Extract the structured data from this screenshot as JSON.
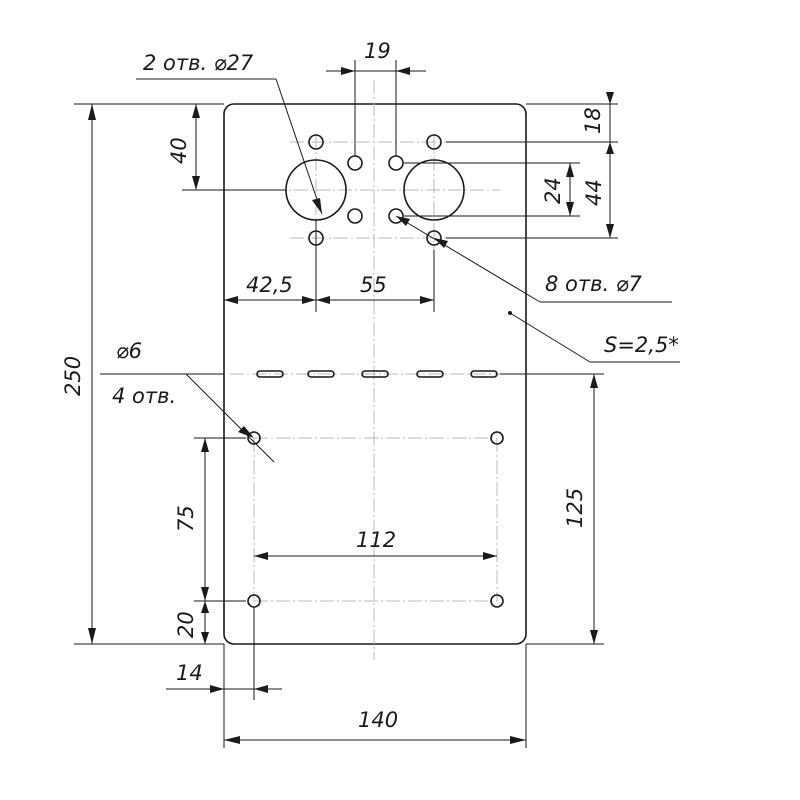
{
  "colors": {
    "line": "#1a1a1a",
    "centerline": "#b8b8b8",
    "background": "#ffffff"
  },
  "plate": {
    "thickness_note": "S=2,5*"
  },
  "callouts": {
    "large_holes": "2 отв. ⌀27",
    "small_holes": "8 отв. ⌀7",
    "mount_hole_diameter": "⌀6",
    "mount_hole_count": "4 отв."
  },
  "dimensions": {
    "total_height": "250",
    "total_width": "140",
    "top_small_spacing": "19",
    "top_edge_to_hole": "18",
    "large_hole_top_offset": "40",
    "inner_hole_spacing": "24",
    "outer_hole_spacing": "44",
    "left_to_large_hole": "42,5",
    "large_hole_spacing": "55",
    "slot_to_bottom": "125",
    "mount_vertical": "75",
    "mount_horizontal": "112",
    "bottom_offset": "20",
    "left_offset": "14"
  }
}
